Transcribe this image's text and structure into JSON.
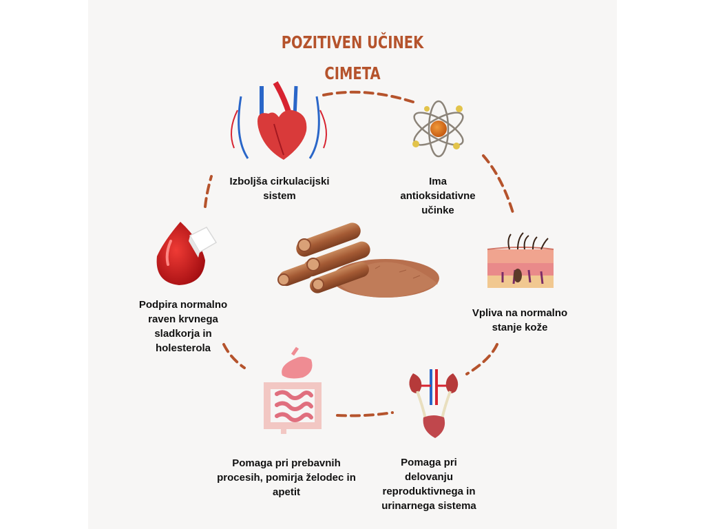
{
  "title_line1": "POZITIVEN UČINEK",
  "title_line2": "CIMETA",
  "center": {
    "icon": "cinnamon-sticks-and-powder-icon"
  },
  "benefits": [
    {
      "icon": "heart-circulation-icon",
      "label_lines": [
        "Izboljša cirkulacijski",
        "sistem"
      ]
    },
    {
      "icon": "atom-antioxidant-icon",
      "label_lines": [
        "Ima",
        "antioksidativne",
        "učinke"
      ]
    },
    {
      "icon": "skin-layers-icon",
      "label_lines": [
        "Vpliva na normalno",
        "stanje kože"
      ]
    },
    {
      "icon": "kidneys-bladder-icon",
      "label_lines": [
        "Pomaga pri",
        "delovanju",
        "reproduktivnega in",
        "urinarnega sistema"
      ]
    },
    {
      "icon": "digestive-system-icon",
      "label_lines": [
        "Pomaga pri prebavnih",
        "procesih, pomirja želodec in",
        "apetit"
      ]
    },
    {
      "icon": "blood-drop-sugar-cube-icon",
      "label_lines": [
        "Podpira normalno",
        "raven krvnega",
        "sladkorja in",
        "holesterola"
      ]
    }
  ],
  "colors": {
    "accent": "#b5532c",
    "panel": "#f7f6f5"
  }
}
